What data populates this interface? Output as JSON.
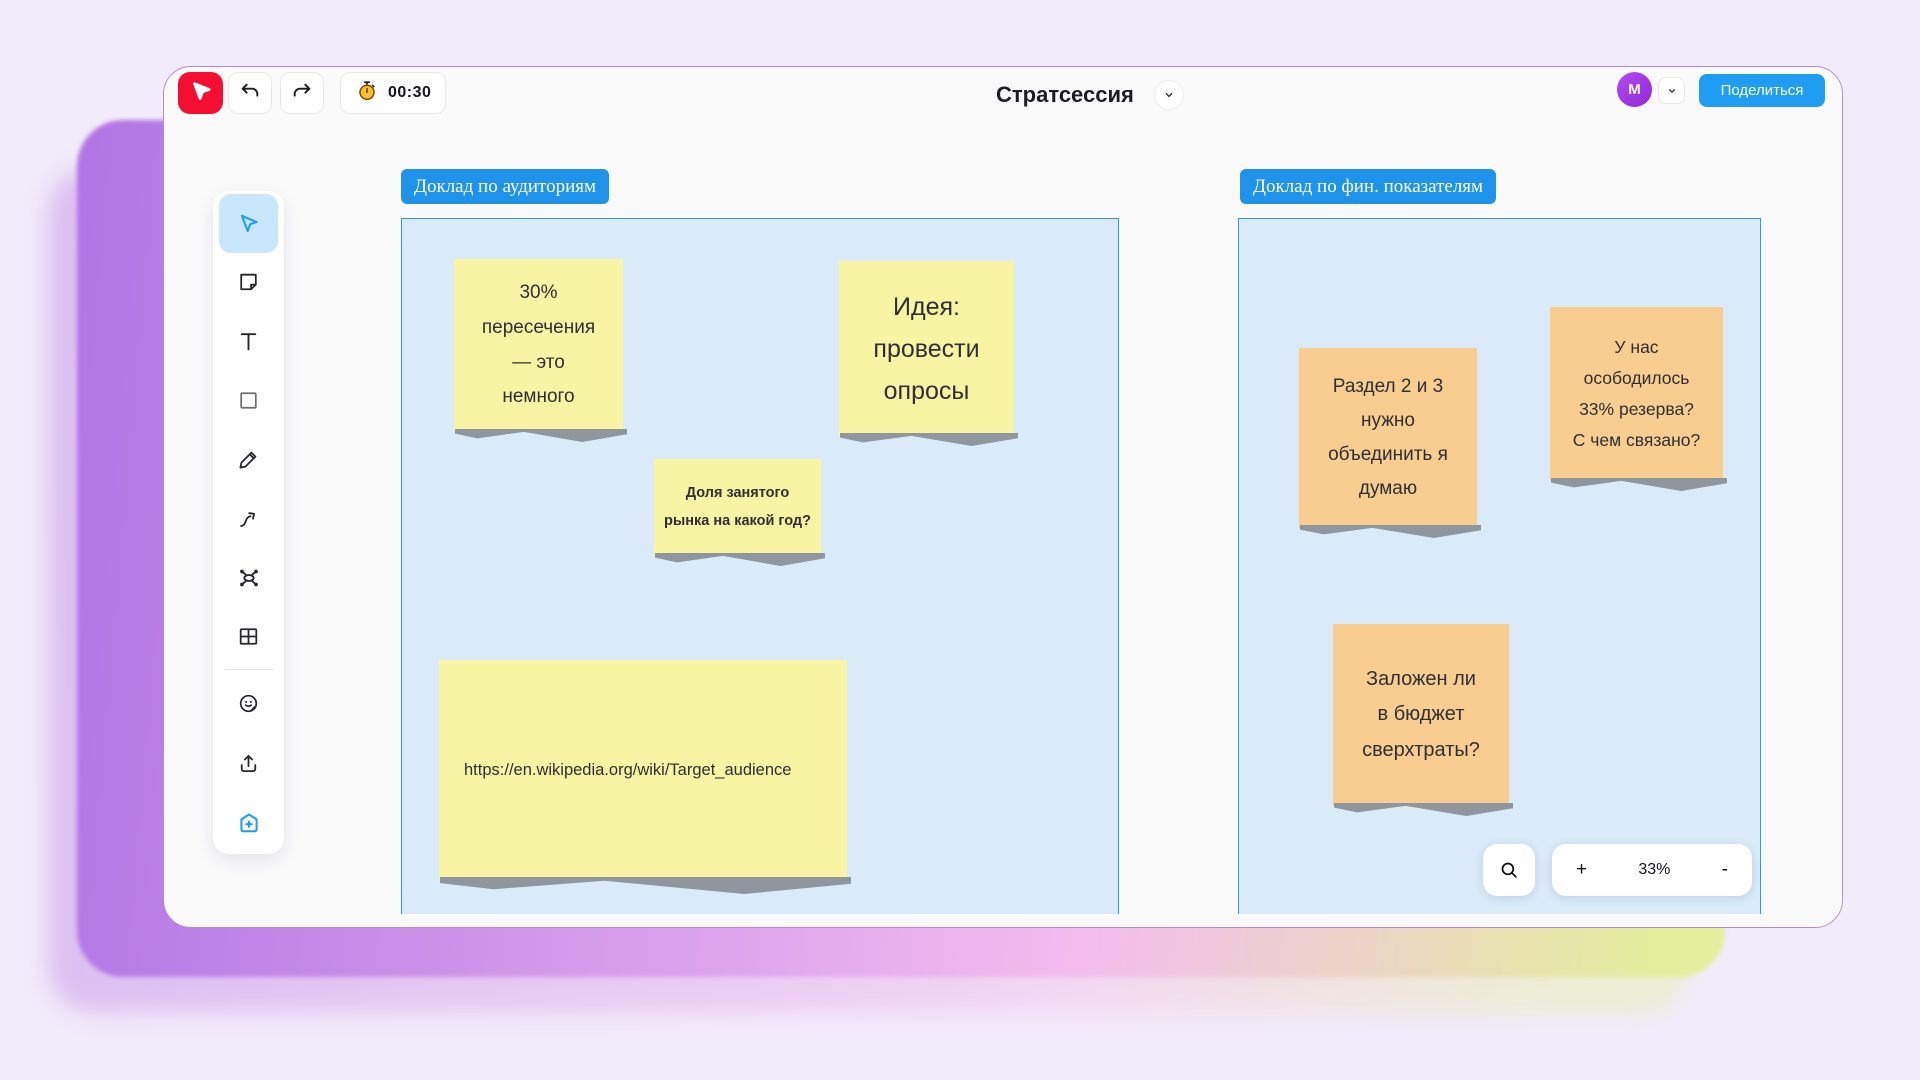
{
  "window": {
    "title": "Стратсессия",
    "timer": "00:30",
    "share_label": "Поделиться",
    "avatar_initial": "M"
  },
  "toolbar": {
    "tools": [
      {
        "name": "select",
        "active": true
      },
      {
        "name": "sticky-note",
        "active": false
      },
      {
        "name": "text",
        "active": false
      },
      {
        "name": "shape",
        "active": false
      },
      {
        "name": "pen",
        "active": false
      },
      {
        "name": "connector",
        "active": false
      },
      {
        "name": "mindmap",
        "active": false
      },
      {
        "name": "table",
        "active": false
      },
      {
        "name": "sticker",
        "active": false
      },
      {
        "name": "upload",
        "active": false
      },
      {
        "name": "add-frame",
        "active": false
      }
    ]
  },
  "frames": [
    {
      "title": "Доклад по аудиториям",
      "notes": [
        {
          "text": "30%\nпересечения\n— это\nнемного",
          "color": "yellow"
        },
        {
          "text": "Идея:\nпровести\nопросы",
          "color": "yellow"
        },
        {
          "text": "Доля занятого\nрынка на какой год?",
          "color": "yellow"
        },
        {
          "text": "https://en.wikipedia.org/wiki/Target_audience",
          "color": "yellow"
        }
      ]
    },
    {
      "title": "Доклад по фин. показателям",
      "notes": [
        {
          "text": "Раздел 2 и 3\nнужно\nобъединить я\nдумаю",
          "color": "orange"
        },
        {
          "text": "У нас\nосободилось\n33% резерва?\nС чем связано?",
          "color": "orange"
        },
        {
          "text": "Заложен ли\nв бюджет\nсверхтраты?",
          "color": "orange"
        }
      ]
    }
  ],
  "zoom_controls": {
    "zoom_in": "+",
    "level": "33%",
    "zoom_out": "-"
  },
  "colors": {
    "accent_blue": "#1E9DF2",
    "frame_fill": "#DAEAF9",
    "frame_border": "#2E9BE8",
    "note_yellow": "#F7F4A3",
    "note_orange": "#F8CD90",
    "logo_red": "#F40F32",
    "avatar_purple": "#9D2FE0",
    "page_background": "#F2EBFA"
  }
}
